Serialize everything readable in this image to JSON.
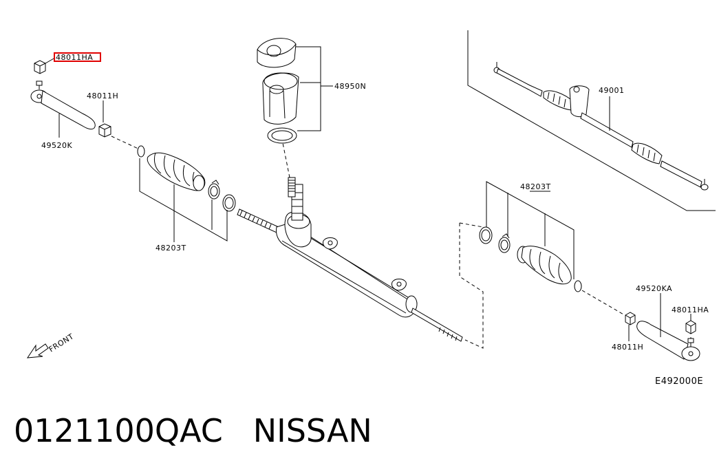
{
  "callouts": {
    "nut_lh": "48011HA",
    "boot_lh_nut": "48011H",
    "tie_rod_end_lh": "49520K",
    "boot_kit_lh": "48203T",
    "mount_insulator": "48950N",
    "gear_assy": "49001",
    "boot_kit_rh": "48203T",
    "tie_rod_end_rh": "49520KA",
    "nut_rh": "48011HA",
    "boot_rh_nut": "48011H",
    "front_arrow": "FRONT",
    "figure_code": "E492000E"
  },
  "caption": {
    "part_number": "0121100QAC",
    "brand": "NISSAN"
  },
  "colors": {
    "line": "#000000",
    "highlight": "#e00000",
    "background": "#ffffff"
  }
}
